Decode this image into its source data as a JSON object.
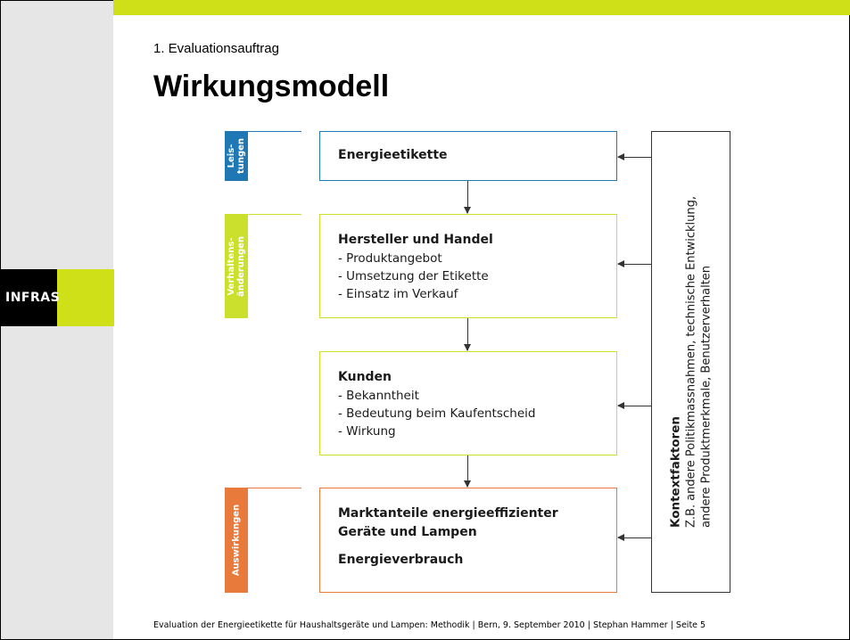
{
  "section_label": "1. Evaluationsauftrag",
  "title": "Wirkungsmodell",
  "logo_text": "INFRAS",
  "footer": "Evaluation der Energieetikette für Haushaltsgeräte und Lampen: Methodik | Bern, 9. September 2010 | Stephan Hammer | Seite 5",
  "colors": {
    "blue": "#1f77b4",
    "green": "#cbdf2d",
    "orange": "#e87a3b",
    "lime_bar": "#cfe019"
  },
  "categories": {
    "leistungen": {
      "line1": "Leis-",
      "line2": "tungen"
    },
    "verhalten": {
      "line1": "Verhaltens-",
      "line2": "änderungen"
    },
    "auswirkungen": {
      "line1": "Auswirkungen"
    }
  },
  "boxes": {
    "energieetikette": {
      "title": "Energieetikette"
    },
    "hersteller": {
      "title": "Hersteller und Handel",
      "items": [
        "- Produktangebot",
        "- Umsetzung der Etikette",
        "- Einsatz im Verkauf"
      ]
    },
    "kunden": {
      "title": "Kunden",
      "items": [
        "- Bekanntheit",
        "- Bedeutung beim Kaufentscheid",
        "- Wirkung"
      ]
    },
    "auswirkungen": {
      "line1": "Marktanteile energieeffizienter",
      "line2": "Geräte und Lampen",
      "line3": "Energieverbrauch"
    }
  },
  "context": {
    "title": "Kontextfaktoren",
    "line1": "Z.B. andere Politikmassnahmen, technische Entwicklung,",
    "line2": "andere Produktmerkmale, Benutzerverhalten"
  }
}
